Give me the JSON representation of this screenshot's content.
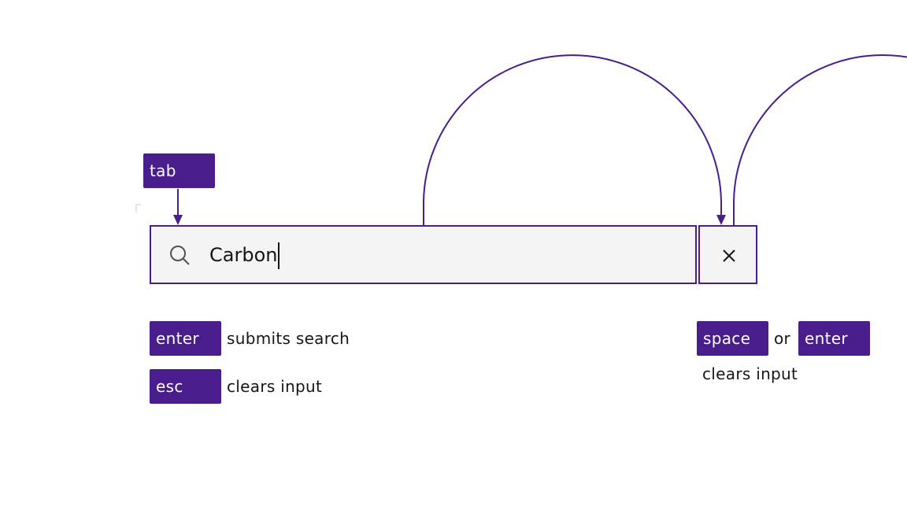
{
  "accent_color": "#491d8b",
  "focus_key": "tab",
  "search": {
    "value": "Carbon",
    "icon": "search-icon",
    "clear_icon": "close-icon"
  },
  "input_hints": [
    {
      "key": "enter",
      "description": "submits search"
    },
    {
      "key": "esc",
      "description": "clears input"
    }
  ],
  "clear_hint": {
    "keys": [
      "space",
      "enter"
    ],
    "joiner": "or",
    "description": "clears input"
  }
}
